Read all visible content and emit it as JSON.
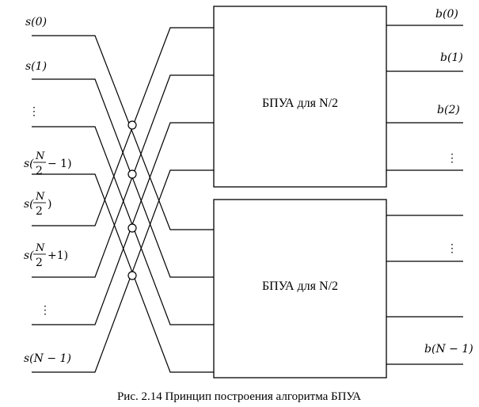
{
  "inputs": {
    "s0": {
      "pre": "s(",
      "arg": "0",
      "post": ")"
    },
    "s1": {
      "pre": "s(",
      "arg": "1",
      "post": ")"
    },
    "dots_top": "⋮",
    "s_half_minus": {
      "pre": "s(",
      "num": "N",
      "den": "2",
      "post": "− 1)"
    },
    "s_half": {
      "pre": "s(",
      "num": "N",
      "den": "2",
      "post": ")"
    },
    "s_half_plus": {
      "pre": "s(",
      "num": "N",
      "den": "2",
      "post": "+1)"
    },
    "dots_bottom": "⋮",
    "s_last": {
      "pre": "s(",
      "arg": "N − 1",
      "post": ")"
    }
  },
  "outputs": {
    "b0": {
      "pre": "b(",
      "arg": "0",
      "post": ")"
    },
    "b1": {
      "pre": "b(",
      "arg": "1",
      "post": ")"
    },
    "b2": {
      "pre": "b(",
      "arg": "2",
      "post": ")"
    },
    "dots_top": "⋮",
    "dots_bottom": "⋮",
    "b_last": {
      "pre": "b(",
      "arg": "N − 1",
      "post": ")"
    }
  },
  "blocks": {
    "top_label": "БПУА для N/2",
    "bottom_label": "БПУА для N/2"
  },
  "caption": "Рис. 2.14 Принцип построения алгоритма БПУА"
}
